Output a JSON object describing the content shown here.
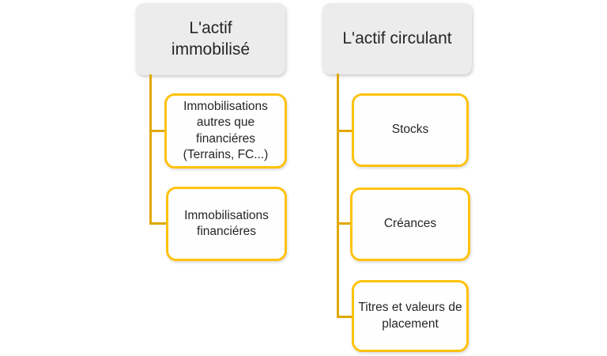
{
  "diagram": {
    "type": "hierarchy",
    "colors": {
      "background": "#FFFFFF",
      "parent_fill": "#ECECEC",
      "child_fill": "#FEFEFE",
      "gold_border": "#FFC20E",
      "gold_line": "#E0A800",
      "text": "#262626"
    },
    "groups": [
      {
        "parent": {
          "label": "L'actif immobilisé"
        },
        "children": [
          {
            "label": "Immobilisations autres que financiéres (Terrains, FC...)"
          },
          {
            "label": "Immobilisations financiéres"
          }
        ]
      },
      {
        "parent": {
          "label": "L'actif circulant"
        },
        "children": [
          {
            "label": "Stocks"
          },
          {
            "label": "Créances"
          },
          {
            "label": "Titres et valeurs de placement"
          }
        ]
      }
    ]
  }
}
